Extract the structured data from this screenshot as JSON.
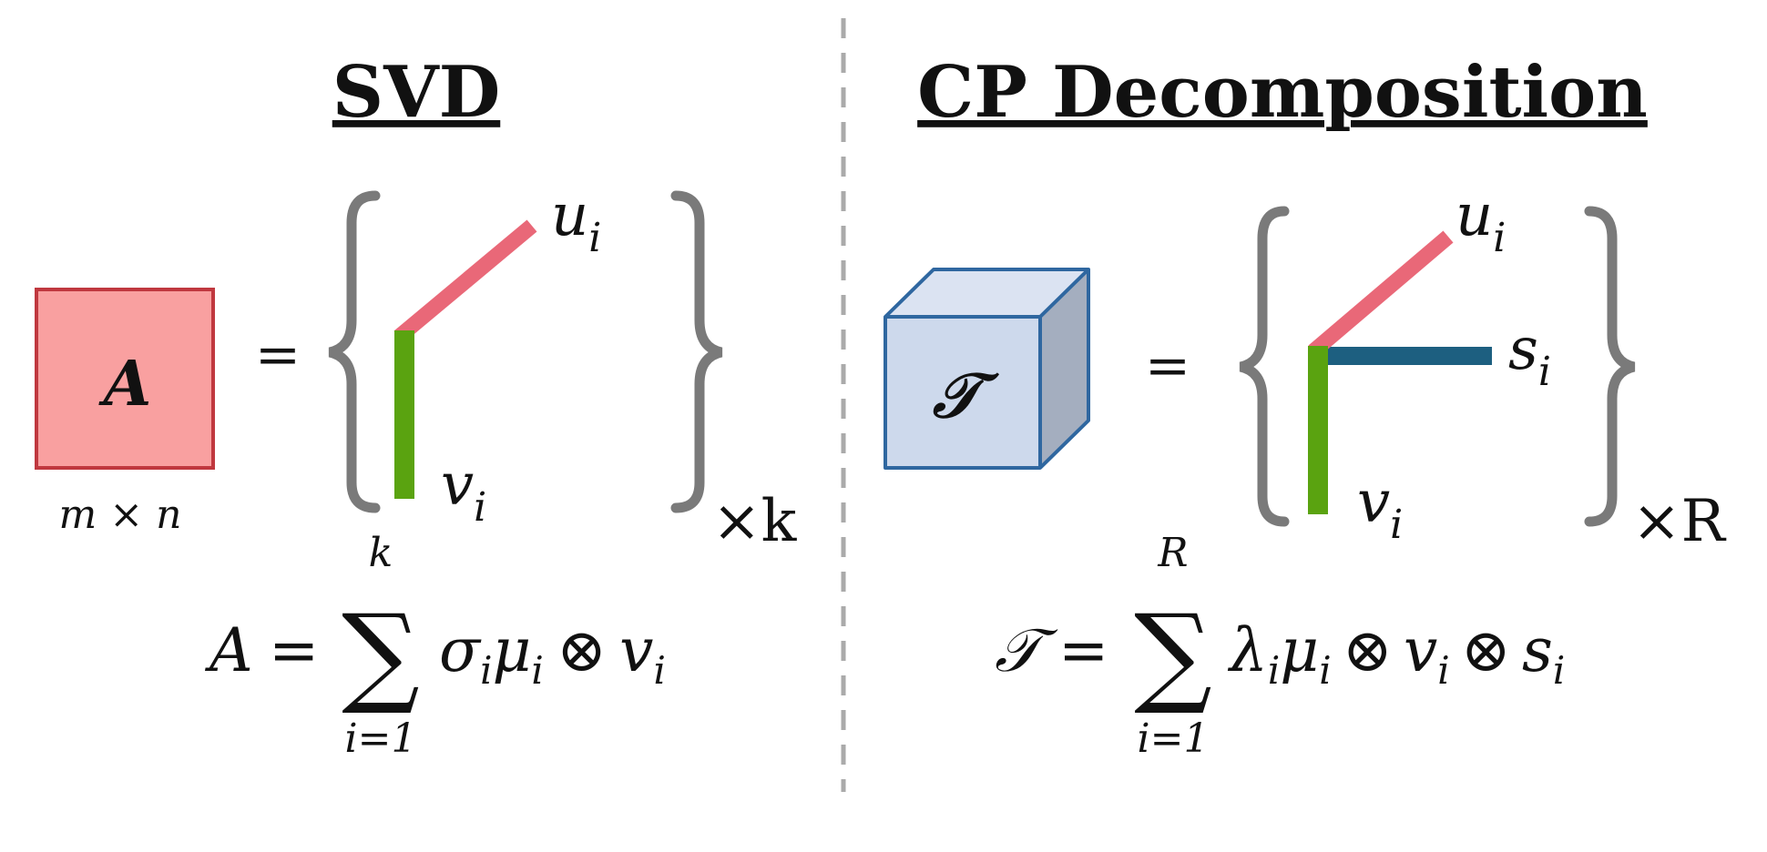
{
  "titles": {
    "svd": "SVD",
    "cp": "CP Decomposition"
  },
  "colors": {
    "matrix_fill": "#f9a0a0",
    "matrix_stroke": "#c0383f",
    "cube_front": "#cdd9ec",
    "cube_top": "#dbe3f2",
    "cube_side": "#a4aebf",
    "cube_stroke": "#2f67a0",
    "u_vector": "#e96878",
    "v_vector": "#5aa310",
    "s_vector": "#1d5f80",
    "brace": "#7a7a7a",
    "divider": "#aaaaaa"
  },
  "svd": {
    "matrix_symbol": "A",
    "matrix_dims": "m × n",
    "equals": "=",
    "u_label": "u",
    "v_label": "v",
    "subscript": "i",
    "multiplier": "×k",
    "formula": {
      "lhs": "A",
      "equals": "=",
      "sum_symbol": "∑",
      "upper": "k",
      "lower": "i=1",
      "sigma": "σ",
      "mu": "μ",
      "otimes": "⊗",
      "v": "v",
      "sub": "i"
    }
  },
  "cp": {
    "tensor_symbol": "𝒯",
    "equals": "=",
    "u_label": "u",
    "v_label": "v",
    "s_label": "s",
    "subscript": "i",
    "multiplier": "×R",
    "formula": {
      "lhs": "𝒯",
      "equals": "=",
      "sum_symbol": "∑",
      "upper": "R",
      "lower": "i=1",
      "lambda": "λ",
      "mu": "μ",
      "otimes1": "⊗",
      "v": "v",
      "otimes2": "⊗",
      "s": "s",
      "sub": "i"
    }
  }
}
